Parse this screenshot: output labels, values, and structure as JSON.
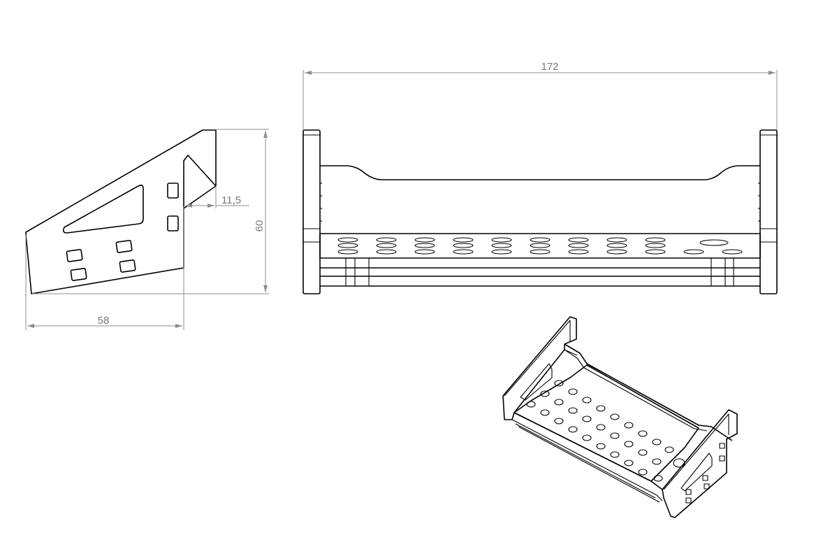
{
  "dimensions": {
    "overall_length": "172",
    "height": "60",
    "slot_offset": "11,5",
    "base_width": "58"
  },
  "views": {
    "side": "side-view",
    "front": "front-view",
    "iso": "isometric-view"
  },
  "colors": {
    "line": "#000000",
    "dimension": "#8c8c8c",
    "background": "#ffffff"
  }
}
